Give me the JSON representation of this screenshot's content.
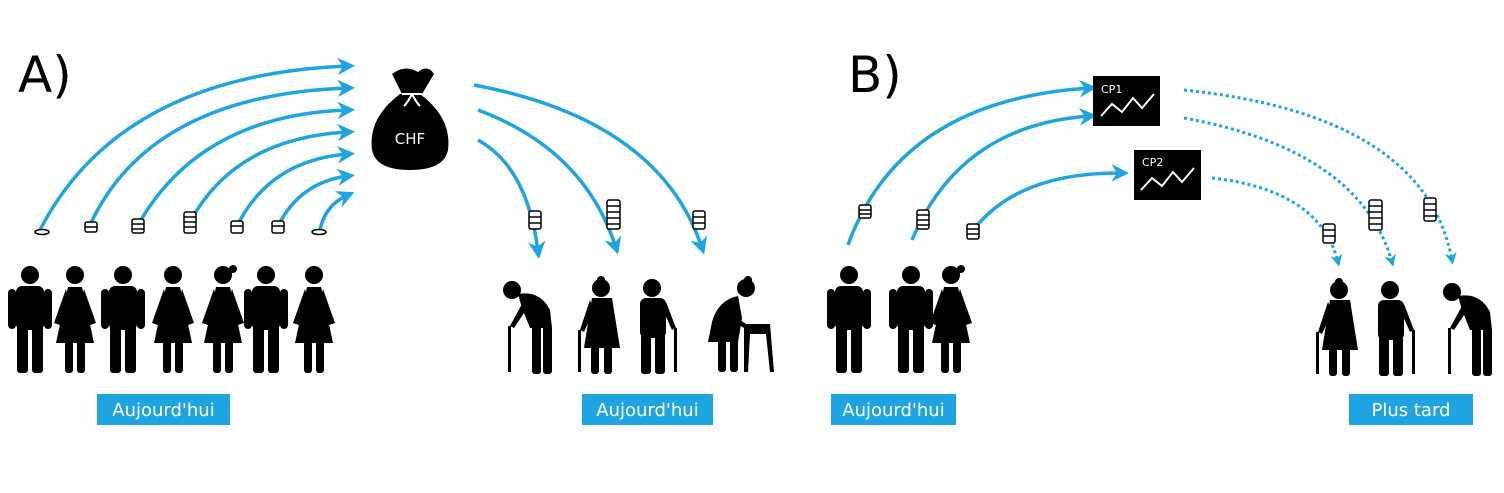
{
  "colors": {
    "accent": "#1ea4e0",
    "ink": "#000000",
    "label_text": "#ffffff"
  },
  "panel_a": {
    "letter": "A)",
    "fund_label": "CHF",
    "fund_icon": "money-bag-icon",
    "label_left": "Aujourd'hui",
    "label_right": "Aujourd'hui"
  },
  "panel_b": {
    "letter": "B)",
    "fund1_label": "CP1",
    "fund2_label": "CP2",
    "fund_icon": "chart-card-icon",
    "label_left": "Aujourd'hui",
    "label_right": "Plus tard"
  }
}
